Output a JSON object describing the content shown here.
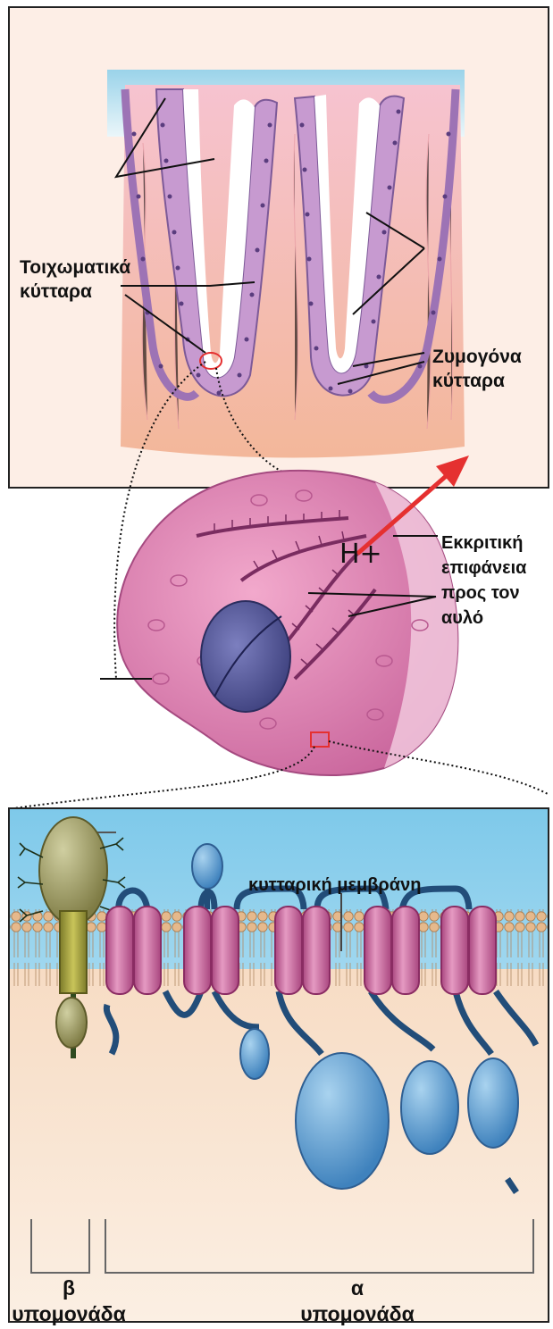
{
  "panel_top": {
    "label_parietal_line1": "Τοιχωματικά",
    "label_parietal_line2": "κύτταρα",
    "label_chief_line1": "Ζυμογόνα",
    "label_chief_line2": "κύτταρα"
  },
  "panel_middle": {
    "ion": "H+",
    "label_secretory_line1": "Εκκριτική",
    "label_secretory_line2": "επιφάνεια",
    "label_secretory_line3": "προς τον",
    "label_secretory_line4": "αυλό"
  },
  "panel_bottom": {
    "label_membrane": "κυτταρική μεμβράνη",
    "label_beta_line1": "β",
    "label_beta_line2": "υπομονάδα",
    "label_alpha_line1": "α",
    "label_alpha_line2": "υπομονάδα"
  },
  "colors": {
    "gland_pink": "#f3b7c7",
    "epithelium_purple": "#b98ac8",
    "lumen_blue": "#bfe6f3",
    "cell_magenta": "#d977a7",
    "membrane_lipid": "#e0b184",
    "helix_pink": "#c866a0",
    "alpha_blue": "#5b9ecf",
    "beta_olive": "#9a9760",
    "arrow_red": "#e53030"
  }
}
